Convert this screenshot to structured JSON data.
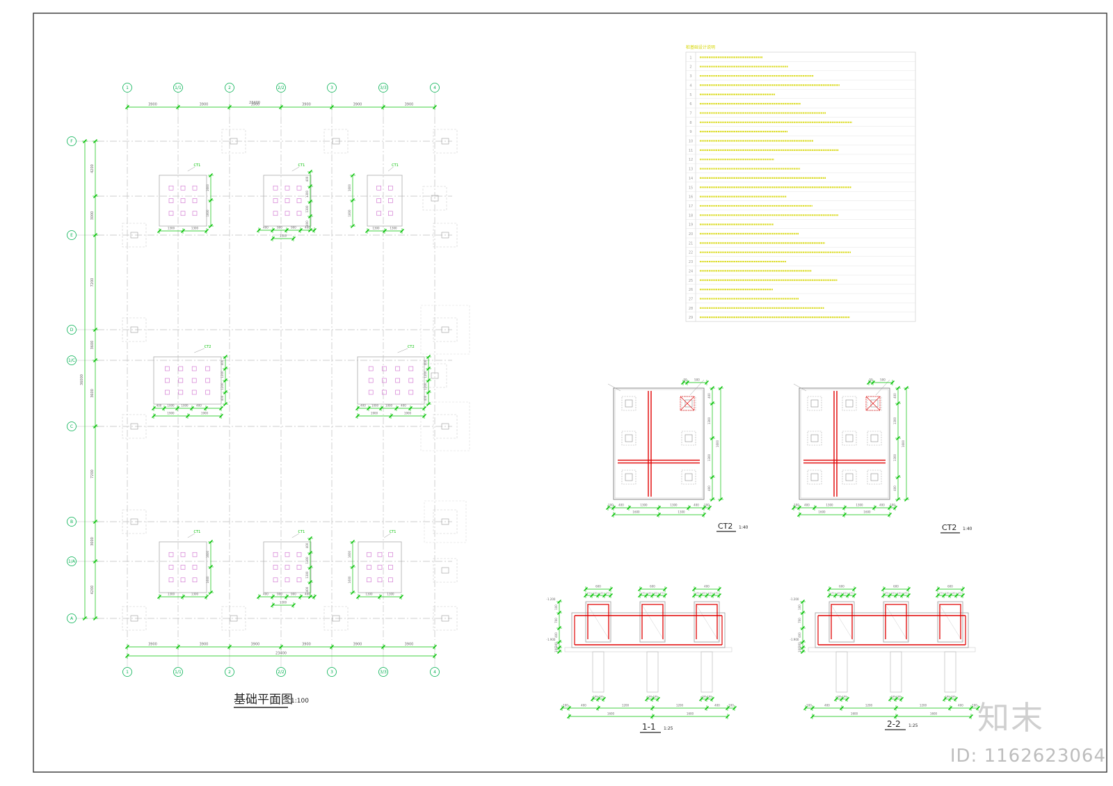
{
  "plan": {
    "title": "基础平面图",
    "scale": "1:100",
    "grid_cols": [
      "1",
      "1/1",
      "2",
      "2/2",
      "3",
      "3/3",
      "4"
    ],
    "grid_rows": [
      "A",
      "1/A",
      "B",
      "C",
      "1/C",
      "D",
      "E",
      "F"
    ],
    "top_dims": [
      "3900",
      "3900",
      "3900",
      "3900",
      "3900",
      "3900"
    ],
    "top_total": "23400",
    "bottom_dims": [
      "3900",
      "3900",
      "3900",
      "3900",
      "3900",
      "3900"
    ],
    "bottom_total": "23400",
    "left_dims": [
      "4200",
      "3000",
      "7200",
      "3600",
      "3600",
      "7200",
      "3000",
      "4200"
    ],
    "left_total": "36000",
    "cap_label_a": "CT1",
    "cap_label_b": "CT2",
    "cap_dims_a": [
      "1300",
      "1300"
    ],
    "cap_dims_b": [
      "400",
      "1300",
      "900",
      "400"
    ],
    "cap_dims_c": [
      "400",
      "1300",
      "1300",
      "400"
    ],
    "cap_dims_side": [
      "1600",
      "1600"
    ]
  },
  "notes": {
    "header": "桩基础设计说明",
    "rows": [
      "1",
      "2",
      "3",
      "4",
      "5",
      "6",
      "7",
      "8",
      "9",
      "10",
      "11",
      "12",
      "13",
      "14",
      "15",
      "16",
      "17",
      "18",
      "19",
      "20",
      "21",
      "22",
      "23",
      "24",
      "25",
      "26",
      "27",
      "28",
      "29"
    ]
  },
  "detail_ct1": {
    "title": "CT2",
    "scale": "1:40",
    "top_dims": [
      "50",
      "500"
    ],
    "bottom_dims": [
      "100",
      "400",
      "1300",
      "1300",
      "400",
      "100"
    ],
    "bottom_total": [
      "1600",
      "1300"
    ],
    "side_dims": [
      "400",
      "1300",
      "1300",
      "400"
    ],
    "side_total": "1600"
  },
  "detail_ct2": {
    "title": "CT2",
    "scale": "1:40",
    "top_dims": [
      "50",
      "500"
    ],
    "bottom_dims": [
      "100",
      "400",
      "1300",
      "1300",
      "400",
      "100"
    ],
    "bottom_total": [
      "1600",
      "1600"
    ],
    "side_dims": [
      "400",
      "1300",
      "1300",
      "400"
    ],
    "side_total": "1600"
  },
  "section_1": {
    "title": "1-1",
    "scale": "1:25",
    "top_dims": [
      "600",
      "600",
      "400"
    ],
    "sub_dims": [
      "170",
      "130",
      "130",
      "170"
    ],
    "side_dims": [
      "100",
      "700",
      "400",
      "300",
      "100"
    ],
    "bottom_dims": [
      "100",
      "400",
      "1200",
      "1200",
      "400",
      "100"
    ],
    "bottom_total": [
      "1600",
      "1600"
    ],
    "pile_dims": [
      "180",
      "180"
    ],
    "levels": [
      "-1.200",
      "-1.900"
    ]
  },
  "section_2": {
    "title": "2-2",
    "scale": "1:25",
    "top_dims": [
      "600",
      "600",
      "600"
    ],
    "sub_dims": [
      "170",
      "130",
      "130",
      "170"
    ],
    "side_dims": [
      "100",
      "700",
      "400",
      "300",
      "100"
    ],
    "bottom_dims": [
      "100",
      "400",
      "1200",
      "1200",
      "400",
      "100"
    ],
    "bottom_total": [
      "1600",
      "1600"
    ],
    "pile_dims": [
      "180",
      "180"
    ],
    "levels": [
      "-1.200",
      "-1.900"
    ]
  },
  "watermark": {
    "logo_text": "知末",
    "id_text": "ID: 1162623064"
  },
  "colors": {
    "background": "#ffffff",
    "border": "#333333",
    "axis": "#bfbfbf",
    "dimension": "#00c000",
    "grid_bubble": "#00b050",
    "rebar": "#e00000",
    "detail_outline": "#888888",
    "notes_text": "#d6d600",
    "pile_mark": "#cc66cc"
  }
}
